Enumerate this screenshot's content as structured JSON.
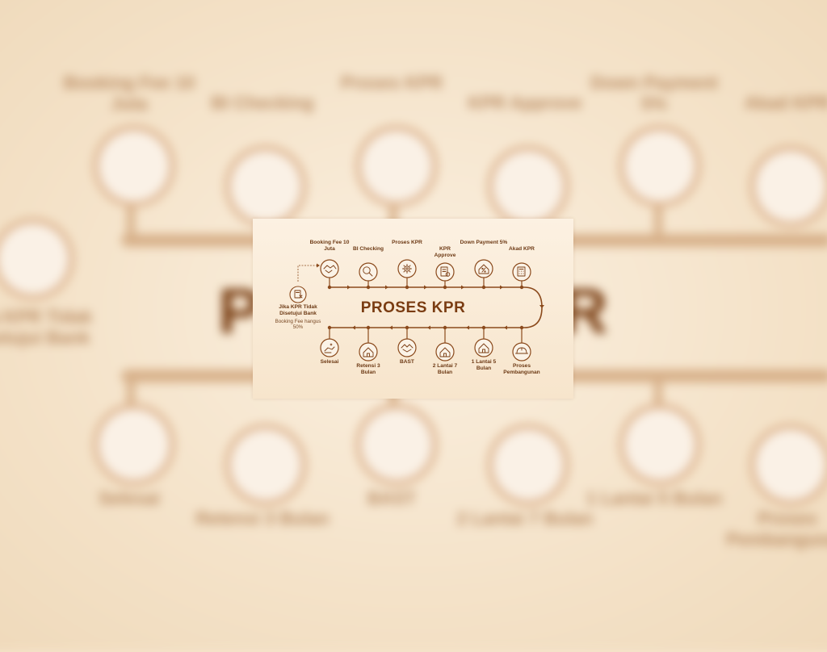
{
  "title": "PROSES KPR",
  "top_steps": [
    {
      "label": "Booking Fee 10 Juta",
      "icon": "handshake-icon"
    },
    {
      "label": "BI Checking",
      "icon": "magnifier-icon"
    },
    {
      "label": "Proses KPR",
      "icon": "gear-icon"
    },
    {
      "label": "KPR Approve",
      "icon": "document-check-icon"
    },
    {
      "label": "Down Payment 5%",
      "icon": "house-percent-icon"
    },
    {
      "label": "Akad KPR",
      "icon": "calculator-icon"
    }
  ],
  "bottom_steps": [
    {
      "label": "Selesai",
      "icon": "hand-sparkle-icon"
    },
    {
      "label": "Retensi 3 Bulan",
      "icon": "house-icon"
    },
    {
      "label": "BAST",
      "icon": "handshake-icon"
    },
    {
      "label": "2 Lantai 7 Bulan",
      "icon": "house-icon"
    },
    {
      "label": "1 Lantai 5 Bulan",
      "icon": "house-icon"
    },
    {
      "label": "Proses Pembangunan",
      "icon": "builder-helmet-icon"
    }
  ],
  "side_note": {
    "label": "Jika KPR Tidak Disetujui Bank",
    "detail": "Booking Fee hangus 50%",
    "icon": "document-cross-icon"
  },
  "colors": {
    "accent": "#7a3c12",
    "line": "#8b4a1c",
    "circle_border": "#b07a4e",
    "background": "#f8e8d2"
  }
}
